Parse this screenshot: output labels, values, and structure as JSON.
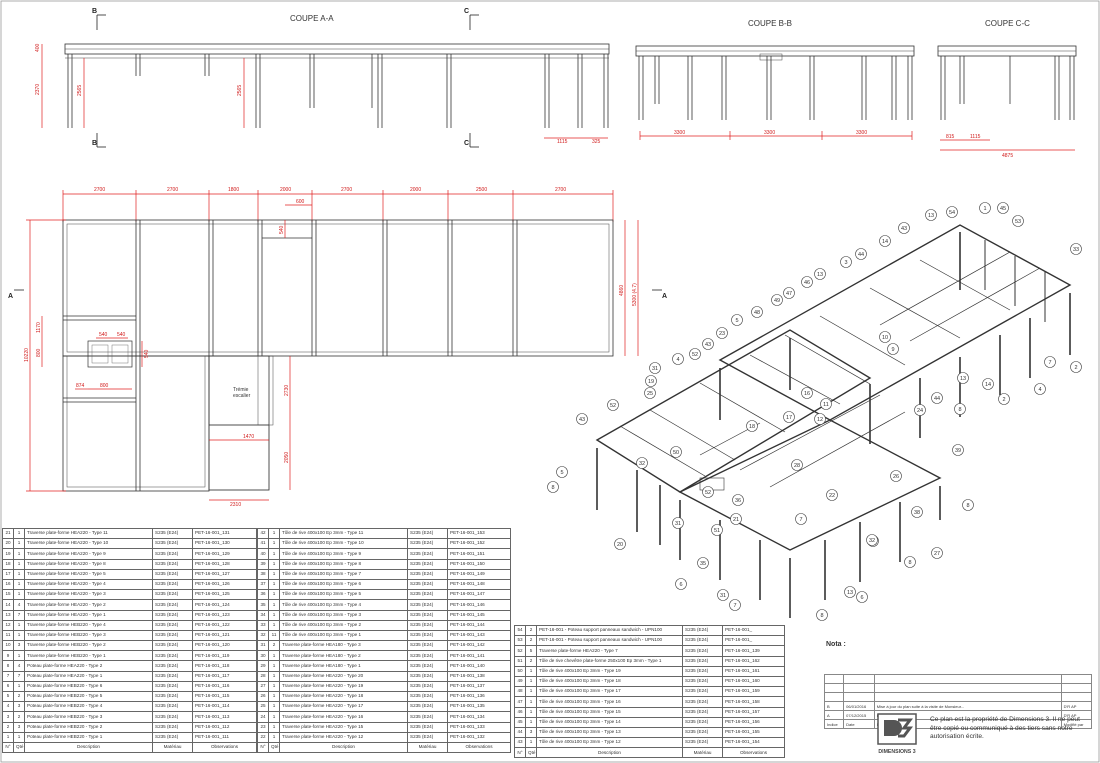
{
  "sections": {
    "aa": "COUPE A-A",
    "bb": "COUPE B-B",
    "cc": "COUPE C-C",
    "b_marker": "B",
    "c_marker": "C",
    "a_marker": "A"
  },
  "dims": {
    "aa_400": "400",
    "aa_2370": "2370",
    "aa_2565": "2565",
    "aa_2565b": "2565",
    "aa_1115": "1115",
    "aa_325": "325",
    "bb_3300a": "3300",
    "bb_3300b": "3300",
    "bb_3300c": "3300",
    "cc_815": "815",
    "cc_1115": "1115",
    "cc_4875": "4875",
    "plan_top": [
      "2700",
      "2700",
      "1800",
      "2000",
      "2700",
      "2000",
      "2500",
      "2700"
    ],
    "plan_600": "600",
    "plan_540": "540",
    "plan_10220": "10220",
    "plan_1170": "1170",
    "plan_800v": "800",
    "plan_540b": "540",
    "plan_540c": "540",
    "plan_540d": "540",
    "plan_874": "874",
    "plan_800": "800",
    "plan_4860": "4860",
    "plan_5300": "5300 (4.7)",
    "plan_2730": "2730",
    "plan_1470": "1470",
    "plan_2050": "2050",
    "plan_2310": "2310",
    "tremie": [
      "Trémie",
      "escalier"
    ]
  },
  "bom_headers": {
    "n": "N°",
    "qte": "Qté",
    "desc": "Description",
    "mat": "Matériau",
    "obs": "Observations"
  },
  "bom1": [
    [
      "21",
      "1",
      "Traverse plate-forme HEA220 - Type 11",
      "S235 (E24)",
      "PET-16-001_131"
    ],
    [
      "20",
      "1",
      "Traverse plate-forme HEA220 - Type 10",
      "S235 (E24)",
      "PET-16-001_130"
    ],
    [
      "19",
      "1",
      "Traverse plate-forme HEA220 - Type 9",
      "S235 (E24)",
      "PET-16-001_129"
    ],
    [
      "18",
      "1",
      "Traverse plate-forme HEA220 - Type 8",
      "S235 (E24)",
      "PET-16-001_128"
    ],
    [
      "17",
      "1",
      "Traverse plate-forme HEA220 - Type 5",
      "S235 (E24)",
      "PET-16-001_127"
    ],
    [
      "16",
      "1",
      "Traverse plate-forme HEA220 - Type 4",
      "S235 (E24)",
      "PET-16-001_126"
    ],
    [
      "15",
      "1",
      "Traverse plate-forme HEA220 - Type 3",
      "S235 (E24)",
      "PET-16-001_125"
    ],
    [
      "14",
      "4",
      "Traverse plate-forme HEA220 - Type 2",
      "S235 (E24)",
      "PET-16-001_124"
    ],
    [
      "13",
      "7",
      "Traverse plate-forme HEA220 - Type 1",
      "S235 (E24)",
      "PET-16-001_123"
    ],
    [
      "12",
      "1",
      "Traverse plate-forme HEB220 - Type 4",
      "S235 (E24)",
      "PET-16-001_122"
    ],
    [
      "11",
      "1",
      "Traverse plate-forme HEB220 - Type 3",
      "S235 (E24)",
      "PET-16-001_121"
    ],
    [
      "10",
      "3",
      "Traverse plate-forme HEB220 - Type 2",
      "S235 (E24)",
      "PET-16-001_120"
    ],
    [
      "9",
      "1",
      "Traverse plate-forme HEB220 - Type 1",
      "S235 (E24)",
      "PET-16-001_119"
    ],
    [
      "8",
      "4",
      "Poteau plate-forme HEA220 - Type 2",
      "S235 (E24)",
      "PET-16-001_118"
    ],
    [
      "7",
      "7",
      "Poteau plate-forme HEA220 - Type 1",
      "S235 (E24)",
      "PET-16-001_117"
    ],
    [
      "6",
      "1",
      "Poteau plate-forme HEB220 - Type 6",
      "S235 (E24)",
      "PET-16-001_116"
    ],
    [
      "5",
      "2",
      "Poteau plate-forme HEB220 - Type 5",
      "S235 (E24)",
      "PET-16-001_115"
    ],
    [
      "4",
      "3",
      "Poteau plate-forme HEB220 - Type 4",
      "S235 (E24)",
      "PET-16-001_114"
    ],
    [
      "3",
      "2",
      "Poteau plate-forme HEB220 - Type 3",
      "S235 (E24)",
      "PET-16-001_113"
    ],
    [
      "2",
      "3",
      "Poteau plate-forme HEB220 - Type 2",
      "S235 (E24)",
      "PET-16-001_112"
    ],
    [
      "1",
      "1",
      "Poteau plate-forme HEB220 - Type 1",
      "S235 (E24)",
      "PET-16-001_111"
    ]
  ],
  "bom2": [
    [
      "42",
      "1",
      "Tôle de rive 400x100 Ep 3mm - Type 11",
      "S235 (E24)",
      "PET-16-001_153"
    ],
    [
      "41",
      "1",
      "Tôle de rive 400x100 Ep 3mm - Type 10",
      "S235 (E24)",
      "PET-16-001_152"
    ],
    [
      "40",
      "1",
      "Tôle de rive 400x100 Ep 3mm - Type 9",
      "S235 (E24)",
      "PET-16-001_151"
    ],
    [
      "39",
      "1",
      "Tôle de rive 400x100 Ep 3mm - Type 8",
      "S235 (E24)",
      "PET-16-001_150"
    ],
    [
      "38",
      "1",
      "Tôle de rive 400x100 Ep 3mm - Type 7",
      "S235 (E24)",
      "PET-16-001_149"
    ],
    [
      "37",
      "1",
      "Tôle de rive 400x100 Ep 3mm - Type 6",
      "S235 (E24)",
      "PET-16-001_148"
    ],
    [
      "36",
      "1",
      "Tôle de rive 400x100 Ep 3mm - Type 5",
      "S235 (E24)",
      "PET-16-001_147"
    ],
    [
      "35",
      "1",
      "Tôle de rive 400x100 Ep 3mm - Type 4",
      "S235 (E24)",
      "PET-16-001_146"
    ],
    [
      "34",
      "1",
      "Tôle de rive 400x100 Ep 3mm - Type 3",
      "S235 (E24)",
      "PET-16-001_145"
    ],
    [
      "33",
      "1",
      "Tôle de rive 400x100 Ep 3mm - Type 2",
      "S235 (E24)",
      "PET-16-001_144"
    ],
    [
      "32",
      "11",
      "Tôle de rive 400x100 Ep 3mm - Type 1",
      "S235 (E24)",
      "PET-16-001_143"
    ],
    [
      "31",
      "2",
      "Traverse plate-forme HEA180 - Type 3",
      "S235 (E24)",
      "PET-16-001_142"
    ],
    [
      "30",
      "1",
      "Traverse plate-forme HEA180 - Type 2",
      "S235 (E24)",
      "PET-16-001_141"
    ],
    [
      "29",
      "1",
      "Traverse plate-forme HEA180 - Type 1",
      "S235 (E24)",
      "PET-16-001_140"
    ],
    [
      "28",
      "1",
      "Traverse plate-forme HEA220 - Type 20",
      "S235 (E24)",
      "PET-16-001_138"
    ],
    [
      "27",
      "1",
      "Traverse plate-forme HEA220 - Type 19",
      "S235 (E24)",
      "PET-16-001_137"
    ],
    [
      "26",
      "1",
      "Traverse plate-forme HEA220 - Type 18",
      "S235 (E24)",
      "PET-16-001_136"
    ],
    [
      "25",
      "1",
      "Traverse plate-forme HEA220 - Type 17",
      "S235 (E24)",
      "PET-16-001_135"
    ],
    [
      "24",
      "1",
      "Traverse plate-forme HEA220 - Type 16",
      "S235 (E24)",
      "PET-16-001_134"
    ],
    [
      "23",
      "1",
      "Traverse plate-forme HEA220 - Type 15",
      "S235 (E24)",
      "PET-16-001_133"
    ],
    [
      "22",
      "1",
      "Traverse plate-forme HEA220 - Type 12",
      "S235 (E24)",
      "PET-16-001_132"
    ]
  ],
  "bom3": [
    [
      "54",
      "2",
      "PET-16-001 - Poteau support panneaux sandwich - UPN100",
      "S235 (E24)",
      "PET-16-001_"
    ],
    [
      "53",
      "2",
      "PET-16-001 - Poteau support panneaux sandwich - UPN100",
      "S235 (E24)",
      "PET-16-001_"
    ],
    [
      "52",
      "5",
      "Traverse plate-forme HEA220 - Type 7",
      "S235 (E24)",
      "PET-16-001_139"
    ],
    [
      "51",
      "2",
      "Tôle de rive chevêtre plate-forme 250x100 Ep 3mm - Type 1",
      "S235 (E24)",
      "PET-16-001_162"
    ],
    [
      "50",
      "1",
      "Tôle de rive 400x100 Ep 3mm - Type 19",
      "S235 (E24)",
      "PET-16-001_161"
    ],
    [
      "49",
      "1",
      "Tôle de rive 400x100 Ep 3mm - Type 18",
      "S235 (E24)",
      "PET-16-001_160"
    ],
    [
      "48",
      "1",
      "Tôle de rive 400x100 Ep 3mm - Type 17",
      "S235 (E24)",
      "PET-16-001_159"
    ],
    [
      "47",
      "1",
      "Tôle de rive 400x100 Ep 3mm - Type 16",
      "S235 (E24)",
      "PET-16-001_158"
    ],
    [
      "46",
      "1",
      "Tôle de rive 400x100 Ep 3mm - Type 15",
      "S235 (E24)",
      "PET-16-001_157"
    ],
    [
      "45",
      "1",
      "Tôle de rive 400x100 Ep 3mm - Type 14",
      "S235 (E24)",
      "PET-16-001_156"
    ],
    [
      "44",
      "3",
      "Tôle de rive 400x100 Ep 3mm - Type 13",
      "S235 (E24)",
      "PET-16-001_155"
    ],
    [
      "43",
      "1",
      "Tôle de rive 400x100 Ep 3mm - Type 12",
      "S235 (E24)",
      "PET-16-001_154"
    ]
  ],
  "note": "Nota :",
  "revisions": [
    [
      "B",
      "06/01/2016",
      "Mise à jour du plan suite à la visite de Monsieur...",
      "D'R AP"
    ],
    [
      "A",
      "07/12/2015",
      "Première émission",
      "D'R AP"
    ],
    [
      "Indice",
      "Date",
      "Modifications",
      "Modifié par"
    ]
  ],
  "logo_text": "DIMENSIONS 3",
  "copyright": "Ce plan est la propriété de Dimensions 3. Il ne peut être copié ou communiqué à des tiers sans notre autorisation écrite.",
  "iso_labels": [
    "1",
    "45",
    "53",
    "13",
    "54",
    "43",
    "14",
    "44",
    "3",
    "13",
    "46",
    "47",
    "49",
    "48",
    "5",
    "23",
    "43",
    "52",
    "4",
    "31",
    "19",
    "25",
    "52",
    "43",
    "5",
    "8",
    "20",
    "31",
    "32",
    "50",
    "52",
    "36",
    "51",
    "35",
    "31",
    "7",
    "6",
    "21",
    "8",
    "13",
    "8",
    "6",
    "32",
    "28",
    "18",
    "17",
    "16",
    "9",
    "10",
    "11",
    "12",
    "22",
    "7",
    "26",
    "24",
    "44",
    "8",
    "4",
    "2",
    "14",
    "13",
    "7",
    "33",
    "2",
    "39",
    "38",
    "27",
    "8",
    "32"
  ]
}
